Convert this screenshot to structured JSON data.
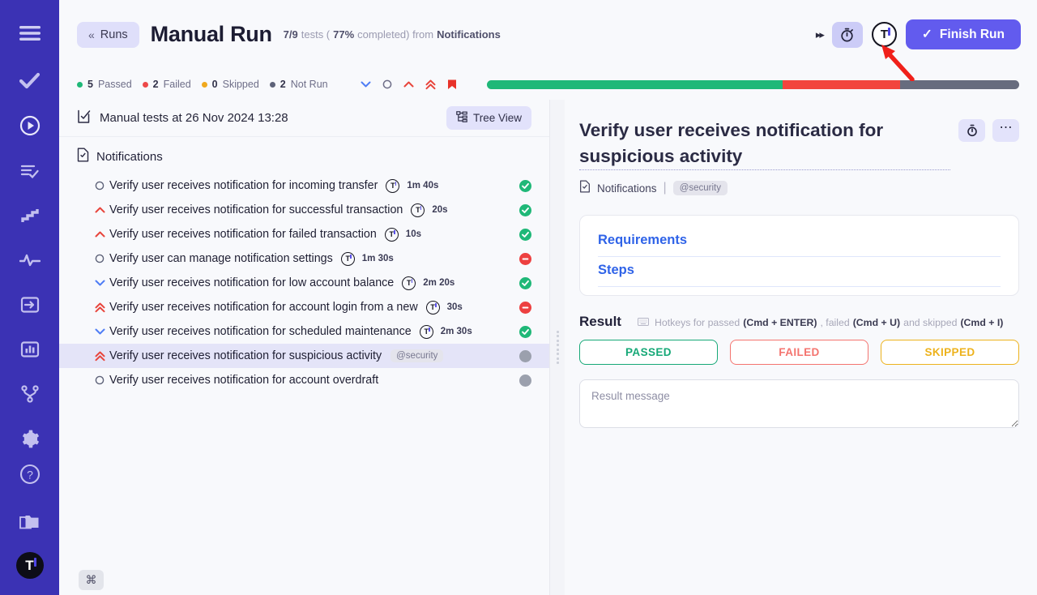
{
  "rail": {
    "items": [
      {
        "name": "menu-icon",
        "label": "Menu"
      },
      {
        "name": "tests-check-icon",
        "label": "Tests"
      },
      {
        "name": "runs-play-icon",
        "label": "Runs"
      },
      {
        "name": "plans-list-check-icon",
        "label": "Plans"
      },
      {
        "name": "steps-icon",
        "label": "Steps"
      },
      {
        "name": "activity-pulse-icon",
        "label": "Activity"
      },
      {
        "name": "import-icon",
        "label": "Import"
      },
      {
        "name": "reports-chart-icon",
        "label": "Reports"
      },
      {
        "name": "integrations-branch-icon",
        "label": "Integrations"
      },
      {
        "name": "settings-gear-icon",
        "label": "Settings"
      },
      {
        "name": "help-icon",
        "label": "Help"
      },
      {
        "name": "projects-folder-icon",
        "label": "Projects"
      }
    ],
    "logo_letter": "T"
  },
  "header": {
    "back_label": "Runs",
    "back_chevron": "«",
    "title": "Manual Run",
    "sub_count": "7/9",
    "sub_tests_word": "tests (",
    "sub_percent": "77%",
    "sub_completed_word": "completed) from",
    "sub_source": "Notifications",
    "fast_forward_icon": "▸▸",
    "timer_icon_name": "stopwatch-icon",
    "timer_badge_letter": "T",
    "finish_label": "Finish Run",
    "finish_check": "✓",
    "finish_color": "#625bee"
  },
  "stats": {
    "items": [
      {
        "count": "5",
        "label": "Passed",
        "color": "#1fb878"
      },
      {
        "count": "2",
        "label": "Failed",
        "color": "#ed4949"
      },
      {
        "count": "0",
        "label": "Skipped",
        "color": "#f0a91e"
      },
      {
        "count": "2",
        "label": "Not Run",
        "color": "#5e6379"
      }
    ],
    "filters": [
      {
        "name": "filter-priority-low",
        "glyph": "low-chevron-down-icon",
        "color": "#4f7df5"
      },
      {
        "name": "filter-priority-medium",
        "glyph": "circle-icon",
        "color": "#6e6e88"
      },
      {
        "name": "filter-priority-high",
        "glyph": "high-chevron-up-icon",
        "color": "#e8453c"
      },
      {
        "name": "filter-priority-critical",
        "glyph": "critical-double-chevron-up-icon",
        "color": "#e8453c"
      },
      {
        "name": "filter-priority-blocker",
        "glyph": "blocker-bookmark-icon",
        "color": "#e8332a"
      }
    ],
    "progress": {
      "passed_pct": 55.5,
      "failed_pct": 22.2,
      "notrun_pct": 22.3,
      "passed_color": "#1fb878",
      "failed_color": "#f2453d",
      "notrun_color": "#676c7e"
    }
  },
  "left_pane": {
    "head_title": "Manual tests at 26 Nov 2024 13:28",
    "head_icon_name": "clipboard-check-icon",
    "tree_view_label": "Tree View",
    "group_name": "Notifications",
    "group_icon_name": "file-check-icon",
    "tests": [
      {
        "priority": "medium",
        "name": "Verify user receives notification for incoming transfer",
        "duration": "1m 40s",
        "status": "passed",
        "tag": "",
        "timer": true
      },
      {
        "priority": "high",
        "name": "Verify user receives notification for successful transaction",
        "duration": "20s",
        "status": "passed",
        "tag": "",
        "timer": true
      },
      {
        "priority": "high",
        "name": "Verify user receives notification for failed transaction",
        "duration": "10s",
        "status": "passed",
        "tag": "",
        "timer": true
      },
      {
        "priority": "medium",
        "name": "Verify user can manage notification settings",
        "duration": "1m 30s",
        "status": "failed",
        "tag": "",
        "timer": true
      },
      {
        "priority": "low",
        "name": "Verify user receives notification for low account balance",
        "duration": "2m 20s",
        "status": "passed",
        "tag": "",
        "timer": true
      },
      {
        "priority": "critical",
        "name": "Verify user receives notification for account login from a new",
        "duration": "30s",
        "status": "failed",
        "tag": "",
        "timer": true
      },
      {
        "priority": "low",
        "name": "Verify user receives notification for scheduled maintenance",
        "duration": "2m 30s",
        "status": "passed",
        "tag": "",
        "timer": true
      },
      {
        "priority": "critical",
        "name": "Verify user receives notification for suspicious activity",
        "duration": "",
        "status": "notrun",
        "tag": "@security",
        "timer": false,
        "selected": true
      },
      {
        "priority": "medium",
        "name": "Verify user receives notification for account overdraft",
        "duration": "",
        "status": "notrun",
        "tag": "",
        "timer": false
      }
    ]
  },
  "right_pane": {
    "title": "Verify user receives notification for suspicious activity",
    "act_timer_name": "stopwatch-icon",
    "act_more_label": "⋯",
    "meta_suite": "Notifications",
    "meta_sep": "|",
    "meta_tag": "@security",
    "accordions": [
      {
        "label": "Requirements"
      },
      {
        "label": "Steps"
      }
    ],
    "result_label": "Result",
    "hotkeys_prefix": "Hotkeys for passed",
    "hotkeys_passed_key": "(Cmd + ENTER)",
    "hotkeys_mid": ", failed",
    "hotkeys_failed_key": "(Cmd + U)",
    "hotkeys_and": "and skipped",
    "hotkeys_skipped_key": "(Cmd + I)",
    "buttons": [
      {
        "label": "PASSED",
        "color": "#16a877"
      },
      {
        "label": "FAILED",
        "color": "#f4746f"
      },
      {
        "label": "SKIPPED",
        "color": "#edb21c"
      }
    ],
    "result_placeholder": "Result message"
  },
  "footer": {
    "cmd_badge": "⌘"
  }
}
